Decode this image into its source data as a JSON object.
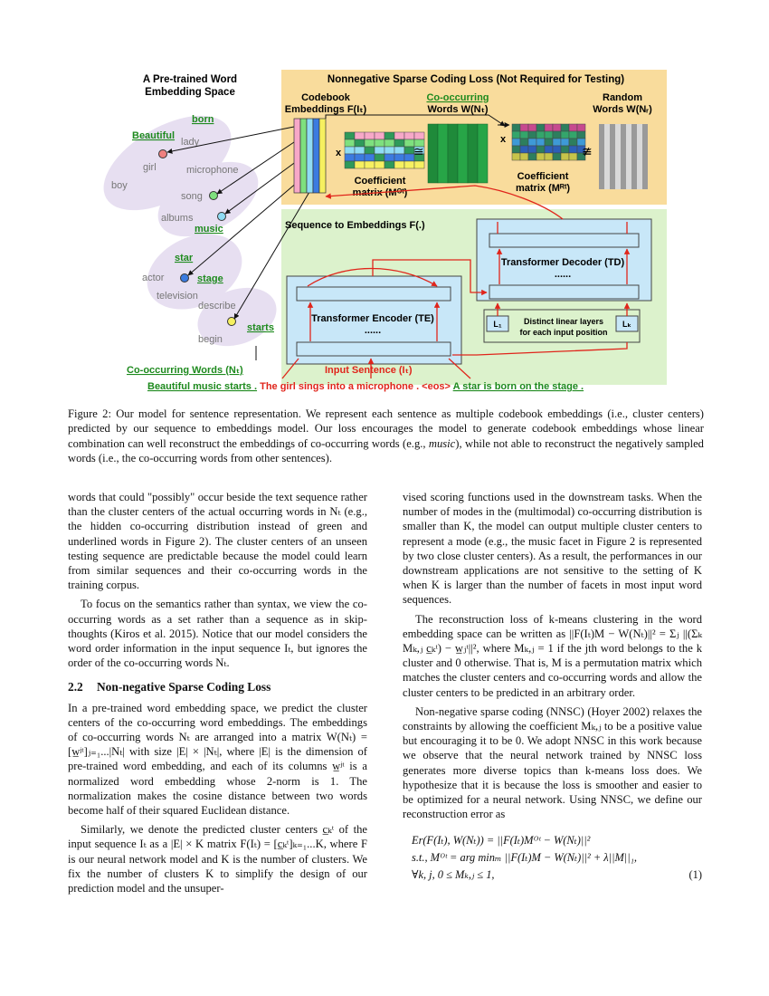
{
  "figure": {
    "embed_space_title_1": "A Pre-trained Word",
    "embed_space_title_2": "Embedding Space",
    "nnsc_title": "Nonnegative Sparse Coding Loss (Not Required for Testing)",
    "codebook_label_1": "Codebook",
    "codebook_label_2": "Embeddings F(Iₜ)",
    "cooccur_label_1": "Co-occurring",
    "cooccur_label_2": "Words W(Nₜ)",
    "random_label_1": "Random",
    "random_label_2": "Words W(Nᵣ)",
    "coef_label_1": "Coefficient",
    "coef_label_2": "matrix (Mᴼᵗ)",
    "coef_r_label_1": "Coefficient",
    "coef_r_label_2": "matrix (Mᴿᵗ)",
    "times_symbol": "x",
    "approx_symbol": "≅",
    "not_approx_symbol": "≇",
    "seq_title": "Sequence to Embeddings F(.)",
    "decoder_label": "Transformer Decoder (TD)",
    "decoder_dots": "......",
    "encoder_label": "Transformer Encoder (TE)",
    "encoder_dots": "......",
    "linear_label_1": "Distinct linear layers",
    "linear_label_2": "for each input position",
    "l1_label": "L₁",
    "lk_label": "Lₖ",
    "cooccur_legend": "Co-occurring Words (Nₜ)",
    "input_legend": "Input Sentence (Iₜ)",
    "sentence_green_1": "Beautiful music starts .",
    "sentence_red": " The girl sings into a microphone . <eos> ",
    "sentence_green_2": "A star is born on the stage .",
    "words": {
      "born": "born",
      "beautiful": "Beautiful",
      "lady": "lady",
      "girl": "girl",
      "boy": "boy",
      "microphone": "microphone",
      "song": "song",
      "albums": "albums",
      "music": "music",
      "star": "star",
      "actor": "actor",
      "stage": "stage",
      "television": "television",
      "describe": "describe",
      "starts": "starts",
      "begin": "begin"
    },
    "colors": {
      "nnsc_bg": "#f9dc9c",
      "seq_bg": "#dcf2cc",
      "cluster_bg": "#e5dcf0",
      "box_blue": "#c8e7f8",
      "arrow_red": "#e0251b",
      "word_green": "#1e8a1e",
      "codebook_cyan": "#8fdcf4",
      "codebook_pink": "#f7a8c8"
    }
  },
  "caption": {
    "lead": "Figure 2: Our model for sentence representation. We represent each sentence as multiple codebook embeddings (i.e., cluster centers) predicted by our sequence to embeddings model. Our loss encourages the model to generate codebook embeddings whose linear combination can well reconstruct the embeddings of co-occurring words (e.g., ",
    "italic": "music",
    "tail": "), while not able to reconstruct the negatively sampled words (i.e., the co-occurring words from other sentences)."
  },
  "left": {
    "p1": "words that could \"possibly\" occur beside the text sequence rather than the cluster centers of the actual occurring words in Nₜ (e.g., the hidden co-occurring distribution instead of green and underlined words in Figure 2). The cluster centers of an unseen testing sequence are predictable because the model could learn from similar sequences and their co-occurring words in the training corpus.",
    "p2": "To focus on the semantics rather than syntax, we view the co-occurring words as a set rather than a sequence as in skip-thoughts (Kiros et al. 2015). Notice that our model considers the word order information in the input sequence Iₜ, but ignores the order of the co-occurring words Nₜ.",
    "section_number": "2.2",
    "section_title": "Non-negative Sparse Coding Loss",
    "p3": "In a pre-trained word embedding space, we predict the cluster centers of the co-occurring word embeddings. The embeddings of co-occurring words Nₜ are arranged into a matrix W(Nₜ) = [w̲ʲᵗ]ⱼ₌₁...|Nₜ| with size |E| × |Nₜ|, where |E| is the dimension of pre-trained word embedding, and each of its columns w̲ʲᵗ is a normalized word embedding whose 2-norm is 1. The normalization makes the cosine distance between two words become half of their squared Euclidean distance.",
    "p4": "Similarly, we denote the predicted cluster centers c̲ₖᵗ of the input sequence Iₜ as a |E| × K matrix F(Iₜ) = [c̲ₖᵗ]ₖ₌₁...K, where F is our neural network model and K is the number of clusters. We fix the number of clusters K to simplify the design of our prediction model and the unsuper-"
  },
  "right": {
    "p1": "vised scoring functions used in the downstream tasks. When the number of modes in the (multimodal) co-occurring distribution is smaller than K, the model can output multiple cluster centers to represent a mode (e.g., the music facet in Figure 2 is represented by two close cluster centers). As a result, the performances in our downstream applications are not sensitive to the setting of K when K is larger than the number of facets in most input word sequences.",
    "p2": "The reconstruction loss of k-means clustering in the word embedding space can be written as ||F(Iₜ)M − W(Nₜ)||² = Σⱼ ||(Σₖ Mₖ,ⱼ c̲ₖᵗ) − w̲ⱼᵗ||², where Mₖ,ⱼ = 1 if the jth word belongs to the k cluster and 0 otherwise. That is, M is a permutation matrix which matches the cluster centers and co-occurring words and allow the cluster centers to be predicted in an arbitrary order.",
    "p3": "Non-negative sparse coding (NNSC) (Hoyer 2002) relaxes the constraints by allowing the coefficient Mₖ,ⱼ to be a positive value but encouraging it to be 0. We adopt NNSC in this work because we observe that the neural network trained by NNSC loss generates more diverse topics than k-means loss does. We hypothesize that it is because the loss is smoother and easier to be optimized for a neural network. Using NNSC, we define our reconstruction error as",
    "eq1": "Er(F(Iₜ), W(Nₜ)) = ||F(Iₜ)Mᴼᵗ − W(Nₜ)||²",
    "eq2": "s.t., Mᴼᵗ = arg minₘ ||F(Iₜ)M − W(Nₜ)||² + λ||M||₁,",
    "eq3": "∀k, j, 0 ≤ Mₖ,ⱼ ≤ 1,",
    "eq_number": "(1)"
  }
}
